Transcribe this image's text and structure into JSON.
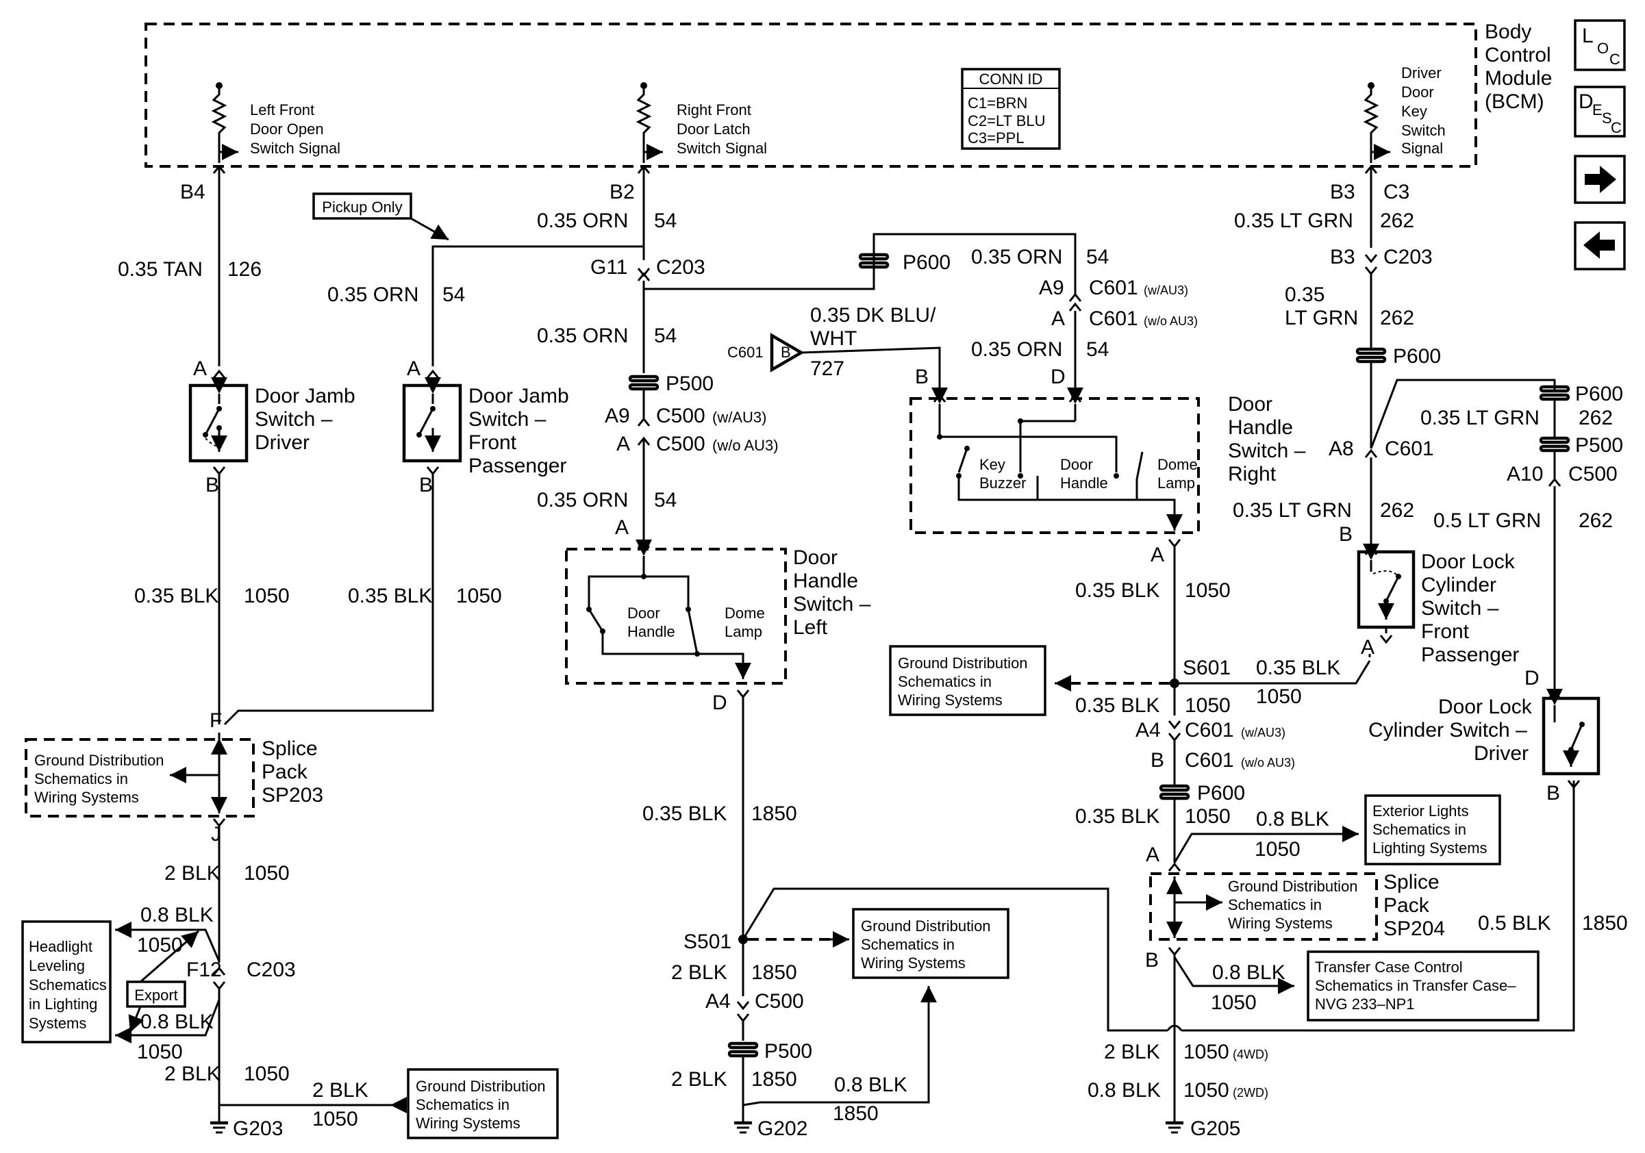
{
  "bcm": {
    "title": [
      "Body",
      "Control",
      "Module",
      "(BCM)"
    ]
  },
  "conn_id": {
    "title": "CONN ID",
    "lines": [
      "C1=BRN",
      "C2=LT BLU",
      "C3=PPL"
    ]
  },
  "nav": {
    "loc_main": "L",
    "loc_sub": "O",
    "loc_sub2": "C",
    "desc_main": "D",
    "desc_e": "E",
    "desc_s": "S",
    "desc_c": "C",
    "next": "→",
    "prev": "←"
  },
  "bcm_signals": {
    "lf": [
      "Left Front",
      "Door Open",
      "Switch Signal"
    ],
    "rf": [
      "Right Front",
      "Door Latch",
      "Switch Signal"
    ],
    "dk": [
      "Driver",
      "Door",
      "Key",
      "Switch",
      "Signal"
    ]
  },
  "callouts": {
    "pickup": "Pickup Only",
    "export": "Export",
    "headlight": [
      "Headlight",
      "Leveling",
      "Schematics",
      "in Lighting",
      "Systems"
    ],
    "gd": [
      "Ground Distribution",
      "Schematics in",
      "Wiring Systems"
    ],
    "gd2": [
      "Ground Distribution",
      "Schematics in",
      "Wiring Systems"
    ],
    "ext": [
      "Exterior Lights",
      "Schematics in",
      "Lighting Systems"
    ],
    "tcc": [
      "Transfer Case Control",
      "Schematics in Transfer Case–",
      "NVG 233–NP1"
    ]
  },
  "components": {
    "djd": [
      "Door Jamb",
      "Switch –",
      "Driver"
    ],
    "djp": [
      "Door Jamb",
      "Switch –",
      "Front",
      "Passenger"
    ],
    "dhl": [
      "Door",
      "Handle",
      "Switch –",
      "Left"
    ],
    "dhr": [
      "Door",
      "Handle",
      "Switch –",
      "Right"
    ],
    "dlcp": [
      "Door Lock",
      "Cylinder",
      "Switch –",
      "Front",
      "Passenger"
    ],
    "dlcd": [
      "Door Lock",
      "Cylinder Switch –",
      "Driver"
    ],
    "sp203": [
      "Splice",
      "Pack",
      "SP203"
    ],
    "sp204": [
      "Splice",
      "Pack",
      "SP204"
    ],
    "sub_door_handle": [
      "Door",
      "Handle"
    ],
    "sub_dome_lamp": [
      "Dome",
      "Lamp"
    ],
    "sub_key_buzzer": [
      "Key",
      "Buzzer"
    ]
  },
  "labels": {
    "b4": "B4",
    "b2": "B2",
    "b3": "B3",
    "c3": "C3",
    "w_tan": "0.35 TAN",
    "c126": "126",
    "w_orn": "0.35 ORN",
    "c54": "54",
    "g11": "G11",
    "c203": "C203",
    "p600": "P600",
    "p500": "P500",
    "a9": "A9",
    "a": "A",
    "b": "B",
    "d": "D",
    "f": "F",
    "j": "J",
    "c500_au3": "C500",
    "au3_w": "(w/AU3)",
    "au3_wo": "(w/o AU3)",
    "c601": "C601",
    "w_dkblu": "0.35 DK BLU/",
    "wht": "WHT",
    "c727": "727",
    "w_ltgrn": "0.35 LT GRN",
    "c262": "262",
    "ltgrn_a": "0.35",
    "ltgrn_b": "LT GRN",
    "a8": "A8",
    "a10": "A10",
    "w05ltgrn": "0.5 LT GRN",
    "w_blk": "0.35 BLK",
    "c1050": "1050",
    "c1850": "1850",
    "s601": "S601",
    "s501": "S501",
    "a4": "A4",
    "w_2blk": "2 BLK",
    "w_08blk": "0.8 BLK",
    "w_05blk": "0.5 BLK",
    "f12": "F12",
    "g203": "G203",
    "g202": "G202",
    "g205": "G205",
    "wd4": "(4WD)",
    "wd2": "(2WD)"
  }
}
